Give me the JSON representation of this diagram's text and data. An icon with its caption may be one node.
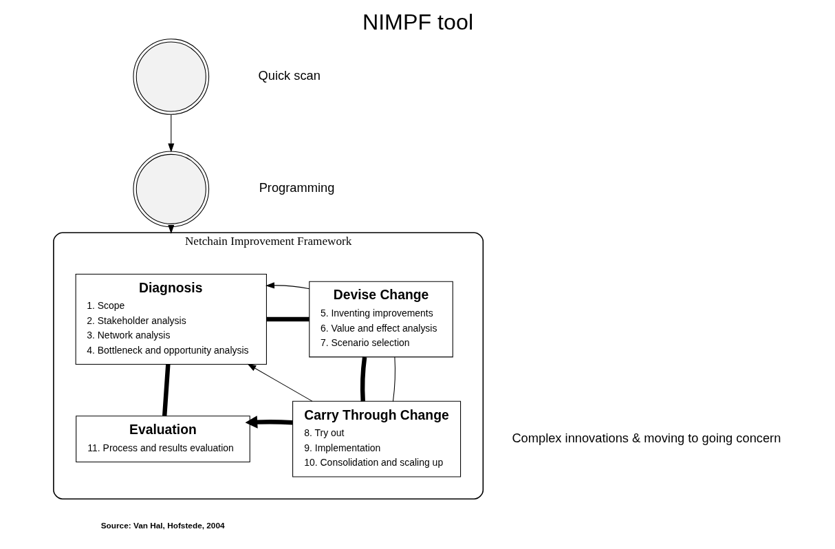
{
  "diagram": {
    "title": "NIMPF tool",
    "caption": "Source: Van Hal, Hofstede, 2004",
    "nodes": [
      {
        "text": [
          "Netchain Improvement Framework"
        ]
      },
      {
        "text": [
          "Diagnosis",
          "1. Scope",
          "2. Stakeholder analysis",
          "3. Network analysis",
          "4. Bottleneck and opportunity analysis"
        ],
        "in": 0
      },
      {
        "text": [
          "Devise Change",
          "5. Inventing improvements",
          "6. Value and effect analysis",
          "7. Scenario selection"
        ],
        "in": 0
      },
      {
        "text": [
          "Carry Through Change",
          "8. Try out",
          "9. Implementation",
          "10. Consolidation and scaling up"
        ],
        "in": 0
      },
      {
        "text": [
          "Evaluation",
          "11. Process and results evaluation"
        ],
        "in": 0
      },
      {
        "text": [],
        "shape": "picture"
      },
      {
        "text": [],
        "shape": "picture"
      }
    ],
    "edges": [
      {
        "from": 1,
        "to": 2,
        "arrow": "none",
        "style": "thick"
      },
      {
        "from": 2,
        "to": 3,
        "arrow": "none",
        "style": "thick"
      },
      {
        "from": 3,
        "to": 4,
        "arrow": "to",
        "style": "thick"
      },
      {
        "from": 4,
        "to": 1,
        "arrow": "none",
        "style": "thick"
      },
      {
        "from": 2,
        "to": 1,
        "arrow": "to"
      },
      {
        "from": 3,
        "to": 2,
        "arrow": "none"
      },
      {
        "from": 3,
        "to": 1,
        "arrow": "to"
      },
      {
        "from": 5,
        "to": 6,
        "arrow": "to"
      },
      {
        "from": 6,
        "to": 0,
        "arrow": "to"
      }
    ],
    "labels": [
      "Quick scan",
      "Programming",
      "Complex innovations & moving to going concern"
    ]
  }
}
